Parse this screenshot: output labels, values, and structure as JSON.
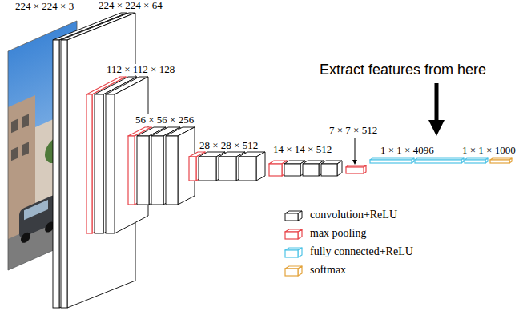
{
  "diagram": {
    "labels": [
      "224 × 224 × 3",
      "224 × 224 × 64",
      "112 × 112 × 128",
      "56 × 56 × 256",
      "28 × 28 × 512",
      "14 × 14 × 512",
      "7 × 7 × 512",
      "Extract features from here",
      "1 × 1 × 4096",
      "1 × 1 × 1000"
    ],
    "legend": [
      {
        "text": "convolution+ReLU",
        "color": "#000000"
      },
      {
        "text": "max pooling",
        "color": "#e8474c"
      },
      {
        "text": "fully connected+ReLU",
        "color": "#4fc3e6"
      },
      {
        "text": "softmax",
        "color": "#e3a33c"
      }
    ]
  }
}
